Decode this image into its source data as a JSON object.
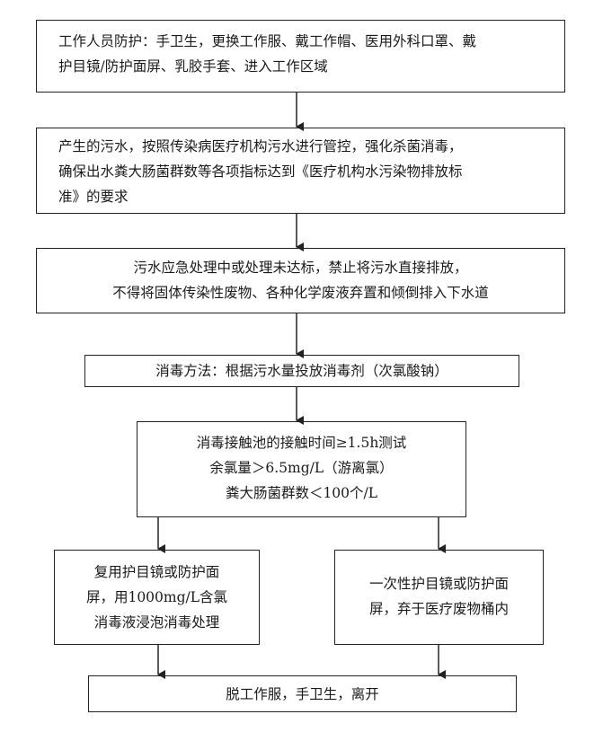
{
  "boxes": {
    "b1": {
      "lines": [
        "工作人员防护：手卫生，更换工作服、戴工作帽、医用外科口罩、戴",
        "护目镜/防护面屏、乳胶手套、进入工作区域"
      ]
    },
    "b2": {
      "lines": [
        "产生的污水，按照传染病医疗机构污水进行管控，强化杀菌消毒，",
        "确保出水粪大肠菌群数等各项指标达到《医疗机构水污染物排放标",
        "准》的要求"
      ]
    },
    "b3": {
      "lines": [
        "污水应急处理中或处理未达标，禁止将污水直接排放，",
        "不得将固体传染性废物、各种化学废液弃置和倾倒排入下水道"
      ]
    },
    "b4": {
      "lines": [
        "消毒方法：根据污水量投放消毒剂（次氯酸钠）"
      ]
    },
    "b5": {
      "lines": [
        "消毒接触池的接触时间≥1.5h测试",
        "余氯量＞6.5mg/L（游离氯）",
        "粪大肠菌群数＜100个/L"
      ]
    },
    "b6": {
      "lines": [
        "复用护目镜或防护面",
        "屏，用1000mg/L含氯",
        "消毒液浸泡消毒处理"
      ]
    },
    "b7": {
      "lines": [
        "一次性护目镜或防护面",
        "屏，弃于医疗废物桶内"
      ]
    },
    "b8": {
      "lines": [
        "脱工作服，手卫生，离开"
      ]
    }
  }
}
